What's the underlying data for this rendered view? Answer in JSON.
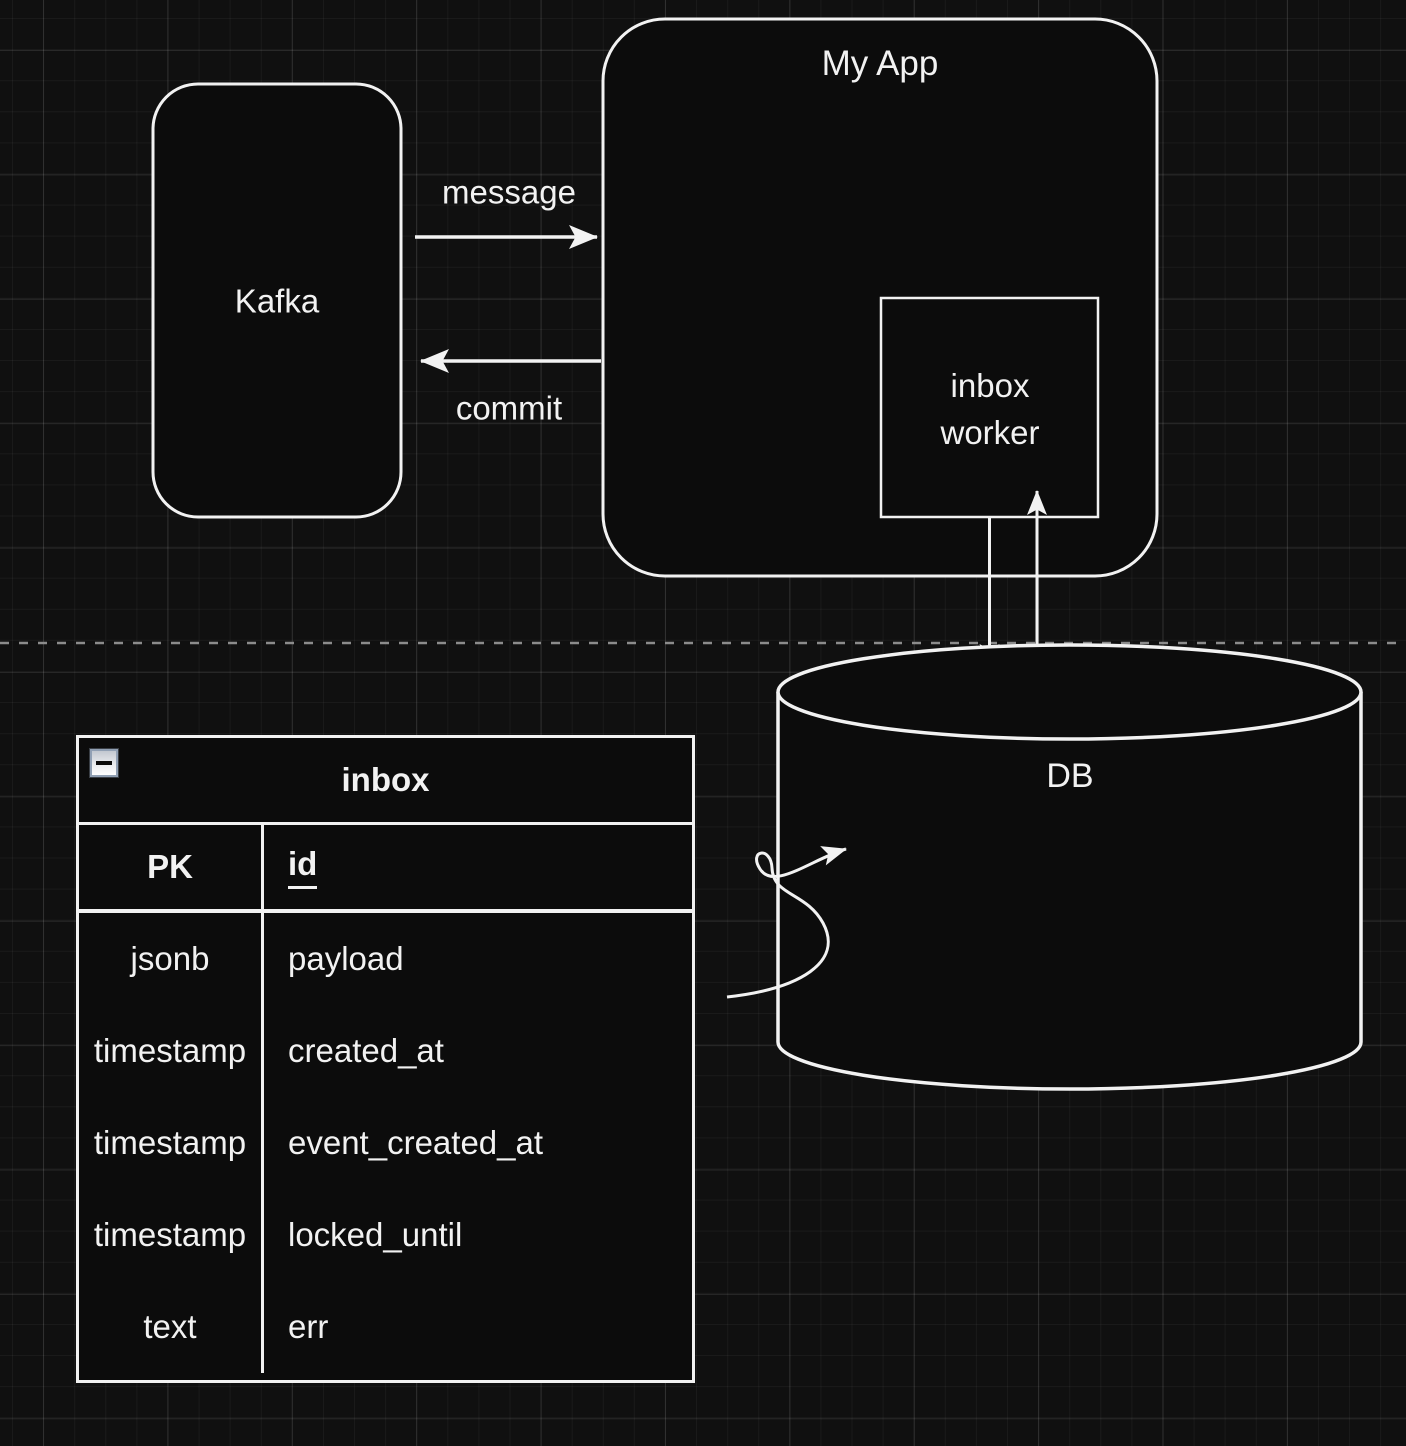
{
  "colors": {
    "background": "#101010",
    "shape_fill": "#0c0c0c",
    "stroke": "#f2f2f2",
    "text": "#f2f2f2",
    "page_divider": "#8c8c8c",
    "collapse_button_border": "#91a0b4"
  },
  "nodes": {
    "kafka": {
      "label": "Kafka"
    },
    "my_app": {
      "label": "My App"
    },
    "inbox_worker": {
      "label": "inbox worker"
    },
    "db": {
      "label": "DB"
    }
  },
  "edges": {
    "message": {
      "label": "message"
    },
    "commit": {
      "label": "commit"
    }
  },
  "table": {
    "title": "inbox",
    "collapse_icon": "minus-icon",
    "header": {
      "key": "PK",
      "field": "id"
    },
    "rows": [
      {
        "type": "jsonb",
        "name": "payload"
      },
      {
        "type": "timestamp",
        "name": "created_at"
      },
      {
        "type": "timestamp",
        "name": "event_created_at"
      },
      {
        "type": "timestamp",
        "name": "locked_until"
      },
      {
        "type": "text",
        "name": "err"
      }
    ]
  }
}
